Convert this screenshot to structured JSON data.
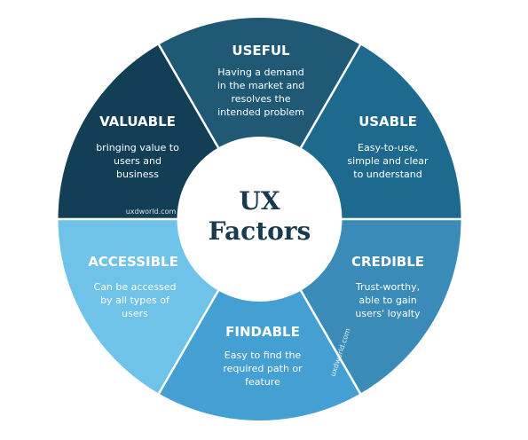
{
  "center": {
    "line1": "UX",
    "line2": "Factors"
  },
  "segments": [
    {
      "title": "USEFUL",
      "desc": [
        "Having a demand",
        "in the market and",
        "resolves the",
        "intended problem"
      ],
      "color": "#1f5975"
    },
    {
      "title": "USABLE",
      "desc": [
        "Easy-to-use,",
        "simple and clear",
        "to understand"
      ],
      "color": "#1e6a8f"
    },
    {
      "title": "CREDIBLE",
      "desc": [
        "Trust-worthy,",
        "able to gain",
        "users' loyalty"
      ],
      "color": "#3a8bb8"
    },
    {
      "title": "FINDABLE",
      "desc": [
        "Easy to find the",
        "required path or",
        "feature"
      ],
      "color": "#44a0d2"
    },
    {
      "title": "ACCESSIBLE",
      "desc": [
        "Can be accessed",
        "by all types of",
        "users"
      ],
      "color": "#6fc2e8"
    },
    {
      "title": "VALUABLE",
      "desc": [
        "bringing value to",
        "users and",
        "business"
      ],
      "color": "#123f55"
    }
  ],
  "watermarks": [
    "uxdworld.com",
    "uxdworld.com"
  ]
}
